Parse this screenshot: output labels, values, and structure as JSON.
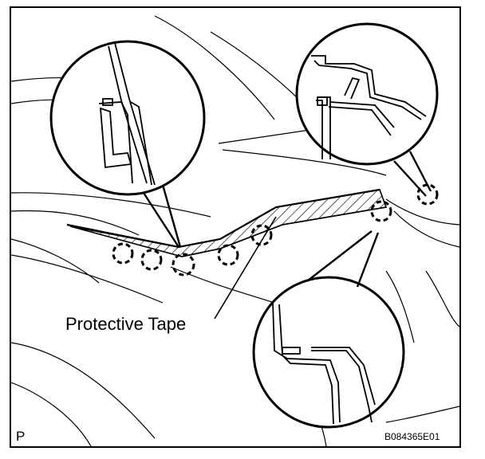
{
  "diagram": {
    "callout_label": "Protective Tape",
    "view_code": "P",
    "figure_id": "B084365E01"
  },
  "colors": {
    "line": "#000000",
    "background": "#ffffff"
  },
  "icons": [
    "dashed-circle-marker",
    "magnifier-callout"
  ]
}
